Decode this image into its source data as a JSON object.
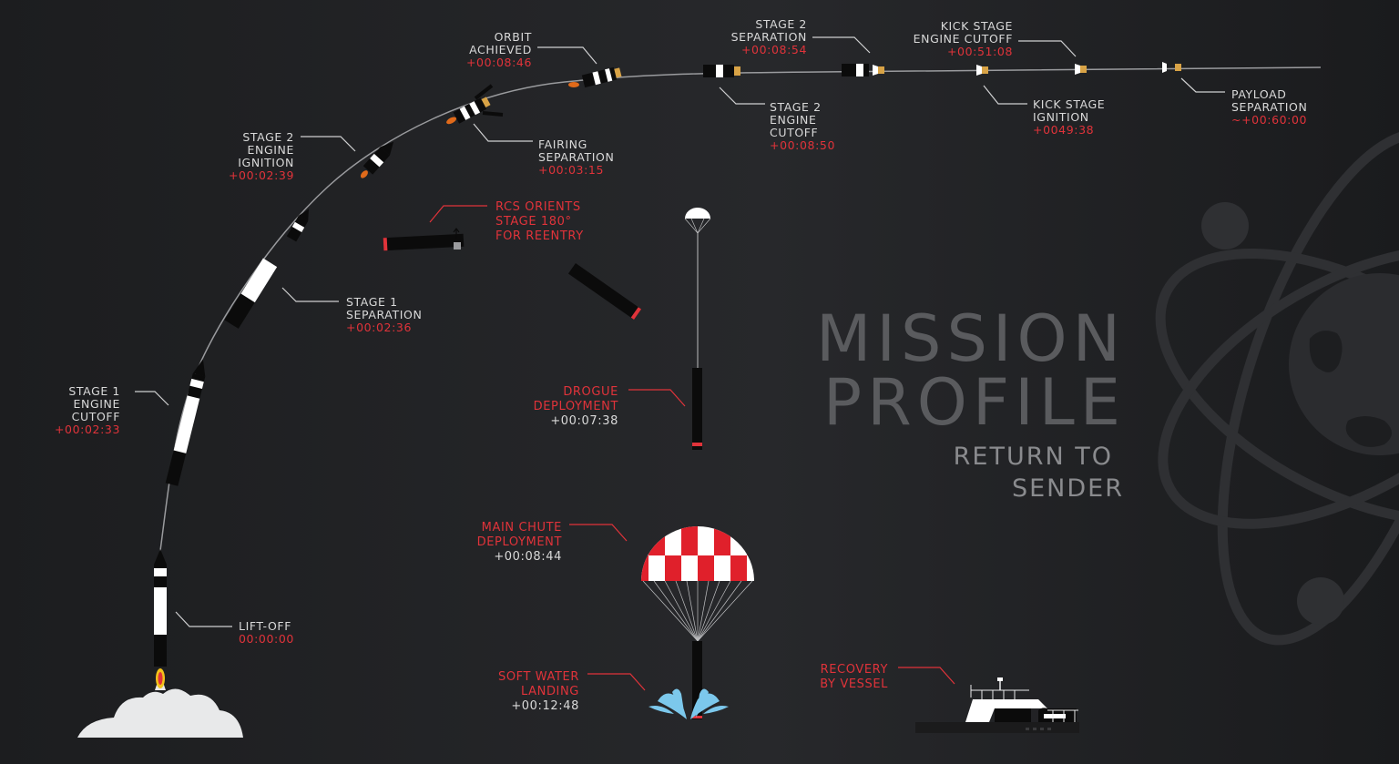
{
  "title": {
    "line1": "MISSION",
    "line2": "PROFILE",
    "subtitle_line1": "RETURN TO",
    "subtitle_line2": "SENDER"
  },
  "colors": {
    "background": "#232427",
    "label_white": "#d9d9d9",
    "label_red": "#e0333a",
    "title_gray": "#5a5b5e",
    "splash_blue": "#7cc8ec",
    "chute_red": "#e0202b"
  },
  "events": {
    "liftoff": {
      "name": [
        "LIFT-OFF"
      ],
      "time": "00:00:00"
    },
    "stage1_cutoff": {
      "name": [
        "STAGE 1",
        "ENGINE",
        "CUTOFF"
      ],
      "time": "+00:02:33"
    },
    "stage1_sep": {
      "name": [
        "STAGE 1",
        "SEPARATION"
      ],
      "time": "+00:02:36"
    },
    "stage2_ignition": {
      "name": [
        "STAGE 2",
        "ENGINE",
        "IGNITION"
      ],
      "time": "+00:02:39"
    },
    "fairing_sep": {
      "name": [
        "FAIRING",
        "SEPARATION"
      ],
      "time": "+00:03:15"
    },
    "orbit": {
      "name": [
        "ORBIT",
        "ACHIEVED"
      ],
      "time": "+00:08:46"
    },
    "stage2_cutoff": {
      "name": [
        "STAGE 2",
        "ENGINE",
        "CUTOFF"
      ],
      "time": "+00:08:50"
    },
    "stage2_sep": {
      "name": [
        "STAGE 2",
        "SEPARATION"
      ],
      "time": "+00:08:54"
    },
    "kick_ignition": {
      "name": [
        "KICK STAGE",
        "IGNITION"
      ],
      "time": "+0049:38"
    },
    "kick_cutoff": {
      "name": [
        "KICK STAGE",
        "ENGINE CUTOFF"
      ],
      "time": "+00:51:08"
    },
    "payload_sep": {
      "name": [
        "PAYLOAD",
        "SEPARATION"
      ],
      "time": "~+00:60:00"
    },
    "rcs": {
      "name": [
        "RCS ORIENTS",
        "STAGE 180°",
        "FOR REENTRY"
      ]
    },
    "drogue": {
      "name": [
        "DROGUE",
        "DEPLOYMENT"
      ],
      "time": "+00:07:38"
    },
    "main_chute": {
      "name": [
        "MAIN CHUTE",
        "DEPLOYMENT"
      ],
      "time": "+00:08:44"
    },
    "water_landing": {
      "name": [
        "SOFT WATER",
        "LANDING"
      ],
      "time": "+00:12:48"
    },
    "recovery": {
      "name": [
        "RECOVERY",
        "BY VESSEL"
      ]
    }
  },
  "icons": {
    "trajectory": "trajectory-arc",
    "rocket": "rocket-icon",
    "parachute": "parachute-icon",
    "boat": "recovery-vessel-icon",
    "atom_globe": "atom-globe-icon"
  }
}
